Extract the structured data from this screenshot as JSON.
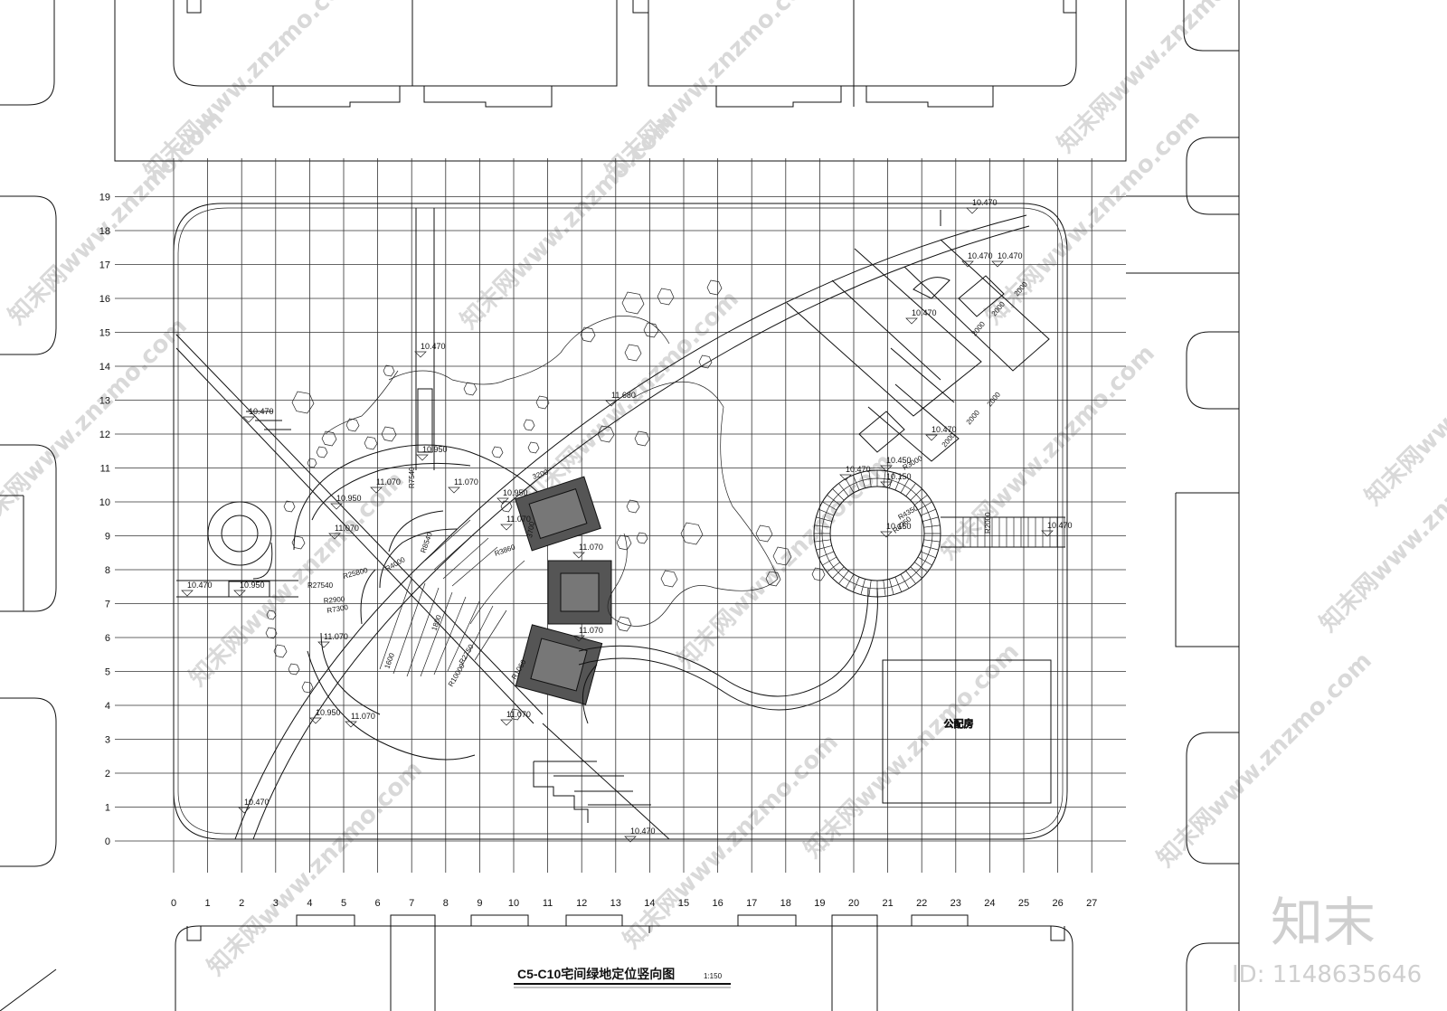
{
  "title": "C5-C10宅间绿地定位竖向图",
  "scale": "1:150",
  "building_label": "公配房",
  "grid": {
    "x_labels": [
      "0",
      "1",
      "2",
      "3",
      "4",
      "5",
      "6",
      "7",
      "8",
      "9",
      "10",
      "11",
      "12",
      "13",
      "14",
      "15",
      "16",
      "17",
      "18",
      "19",
      "20",
      "21",
      "22",
      "23",
      "24",
      "25",
      "26",
      "27"
    ],
    "y_labels": [
      "0",
      "1",
      "2",
      "3",
      "4",
      "5",
      "6",
      "7",
      "8",
      "9",
      "10",
      "11",
      "12",
      "13",
      "14",
      "15",
      "16",
      "17",
      "18",
      "19"
    ]
  },
  "elevations": [
    "10.470",
    "10.470",
    "10.470",
    "10.470",
    "10.470",
    "10.470",
    "10.470",
    "10.470",
    "10.470",
    "10.470",
    "10.470",
    "10.470",
    "11.680",
    "10.950",
    "10.950",
    "10.950",
    "10.950",
    "11.070",
    "11.070",
    "11.070",
    "11.070",
    "11.070",
    "11.070",
    "11.070",
    "11.070",
    "11.070",
    "10.950",
    "10.450",
    "10.150",
    "10.150"
  ],
  "dimensions": [
    "R7540",
    "R27540",
    "R25800",
    "R7300",
    "R2900",
    "R4000",
    "R8540",
    "R3860",
    "R10000",
    "R1060",
    "1800",
    "1600",
    "R2750",
    "3200",
    "3700",
    "R8350",
    "2000",
    "2000",
    "2000",
    "2000",
    "2000",
    "2000",
    "R4350",
    "R2000",
    "R3000"
  ],
  "brand": {
    "watermark": "知末网www.znzmo.com",
    "logo_text": "知末",
    "id_text": "ID: 1148635646"
  }
}
